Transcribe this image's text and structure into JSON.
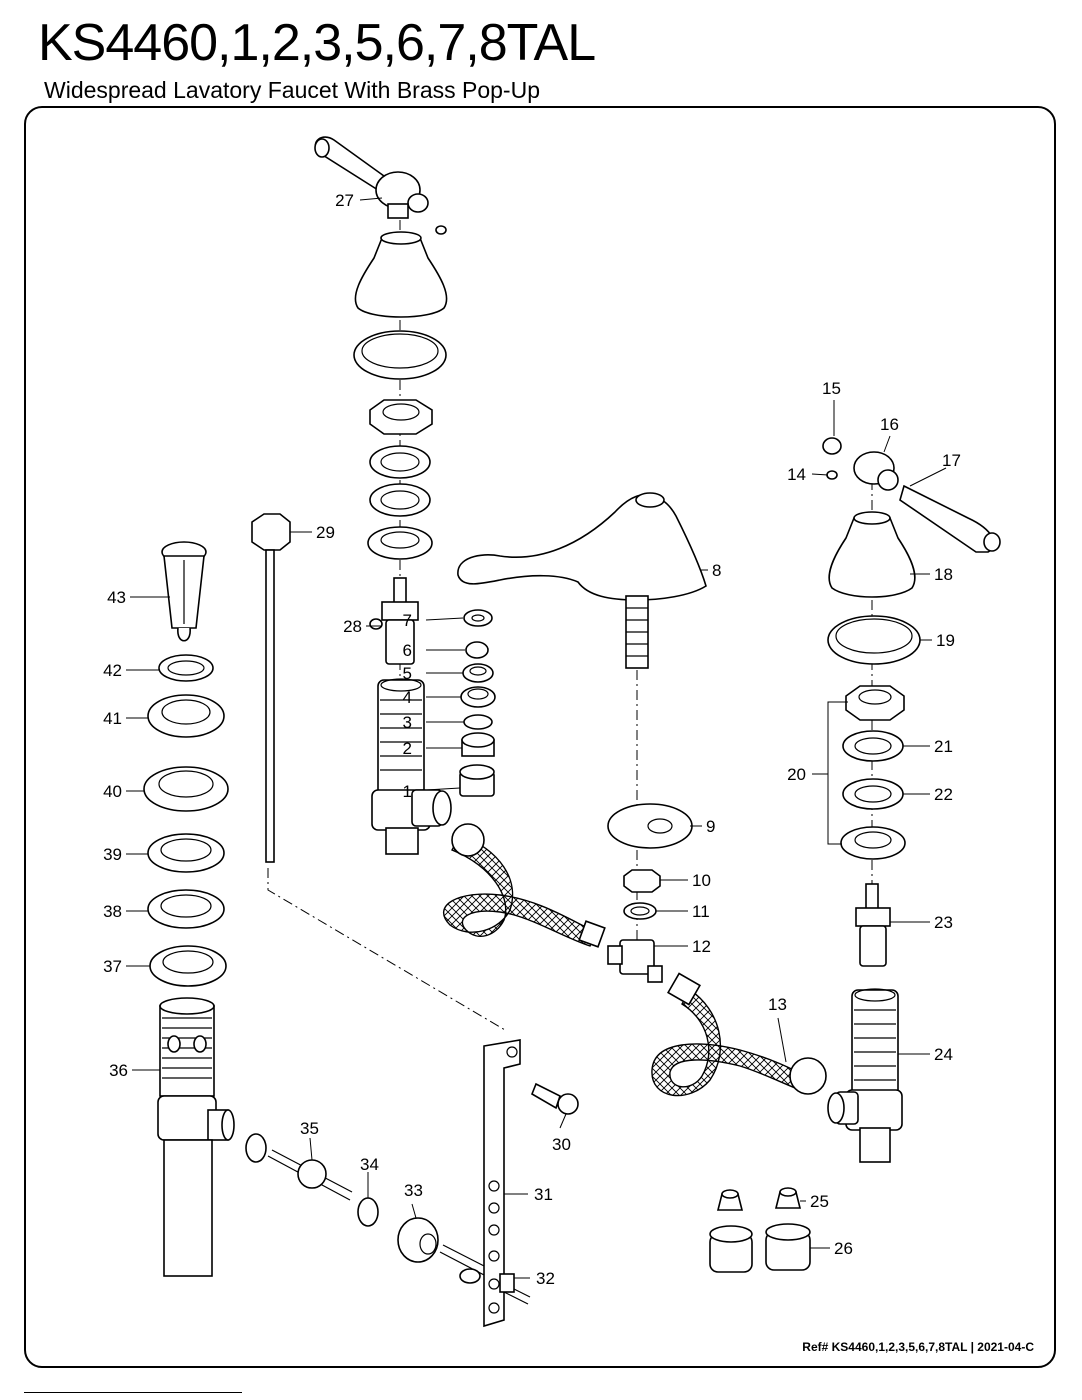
{
  "header": {
    "model": "KS4460,1,2,3,5,6,7,8TAL",
    "subtitle": "Widespread Lavatory Faucet With Brass Pop-Up"
  },
  "footer": {
    "reference": "Ref# KS4460,1,2,3,5,6,7,8TAL | 2021-04-C"
  },
  "callouts": {
    "n1": "1",
    "n2": "2",
    "n3": "3",
    "n4": "4",
    "n5": "5",
    "n6": "6",
    "n7": "7",
    "n8": "8",
    "n9": "9",
    "n10": "10",
    "n11": "11",
    "n12": "12",
    "n13": "13",
    "n14": "14",
    "n15": "15",
    "n16": "16",
    "n17": "17",
    "n18": "18",
    "n19": "19",
    "n20": "20",
    "n21": "21",
    "n22": "22",
    "n23": "23",
    "n24": "24",
    "n25": "25",
    "n26": "26",
    "n27": "27",
    "n28": "28",
    "n29": "29",
    "n30": "30",
    "n31": "31",
    "n32": "32",
    "n33": "33",
    "n34": "34",
    "n35": "35",
    "n36": "36",
    "n37": "37",
    "n38": "38",
    "n39": "39",
    "n40": "40",
    "n41": "41",
    "n42": "42",
    "n43": "43"
  }
}
